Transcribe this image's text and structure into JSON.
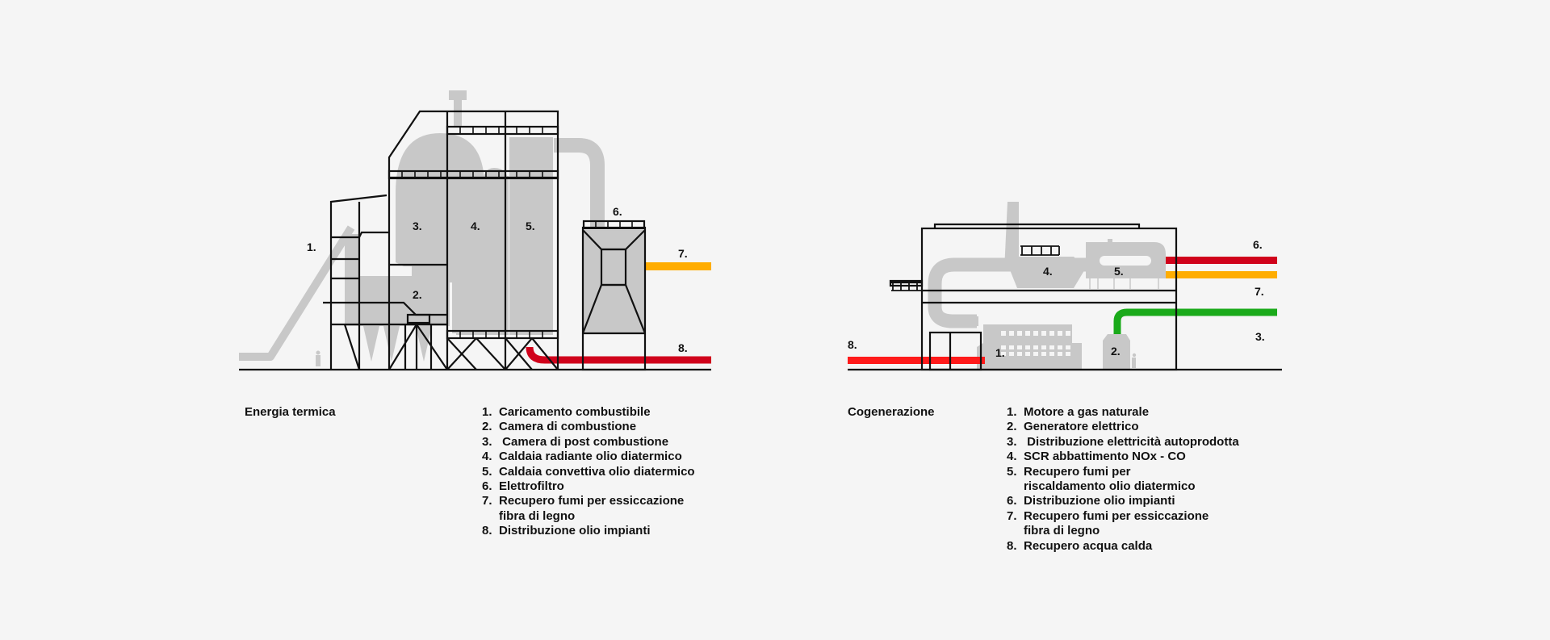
{
  "colors": {
    "background": "#f5f5f5",
    "equipment_gray": "#c8c8c8",
    "structure_line": "#111111",
    "oil_distribution_red": "#d0021b",
    "flue_recovery_orange": "#ffad00",
    "electricity_green": "#1aaa1a",
    "hot_water_red": "#ff1a1a"
  },
  "thermal": {
    "caption": "Energia termica",
    "markers": [
      "1.",
      "2.",
      "3.",
      "4.",
      "5.",
      "6.",
      "7.",
      "8."
    ],
    "legend": [
      {
        "num": "1.",
        "text": "Caricamento combustibile"
      },
      {
        "num": "2.",
        "text": "Camera di combustione"
      },
      {
        "num": "3.",
        "text": " Camera di post combustione"
      },
      {
        "num": "4.",
        "text": "Caldaia radiante olio diatermico"
      },
      {
        "num": "5.",
        "text": "Caldaia convettiva olio diatermico"
      },
      {
        "num": "6.",
        "text": "Elettrofiltro"
      },
      {
        "num": "7.",
        "text": "Recupero fumi per essiccazione\nfibra di legno"
      },
      {
        "num": "8.",
        "text": "Distribuzione olio impianti"
      }
    ]
  },
  "cogeneration": {
    "caption": "Cogenerazione",
    "markers": [
      "1.",
      "2.",
      "3.",
      "4.",
      "5.",
      "6.",
      "7.",
      "8."
    ],
    "legend": [
      {
        "num": "1.",
        "text": "Motore a gas naturale"
      },
      {
        "num": "2.",
        "text": "Generatore elettrico"
      },
      {
        "num": "3.",
        "text": " Distribuzione elettricità autoprodotta"
      },
      {
        "num": "4.",
        "text": "SCR abbattimento NOx - CO"
      },
      {
        "num": "5.",
        "text": "Recupero fumi per\nriscaldamento olio diatermico"
      },
      {
        "num": "6.",
        "text": "Distribuzione olio impianti"
      },
      {
        "num": "7.",
        "text": "Recupero fumi per essiccazione\nfibra di legno"
      },
      {
        "num": "8.",
        "text": "Recupero acqua calda"
      }
    ]
  }
}
